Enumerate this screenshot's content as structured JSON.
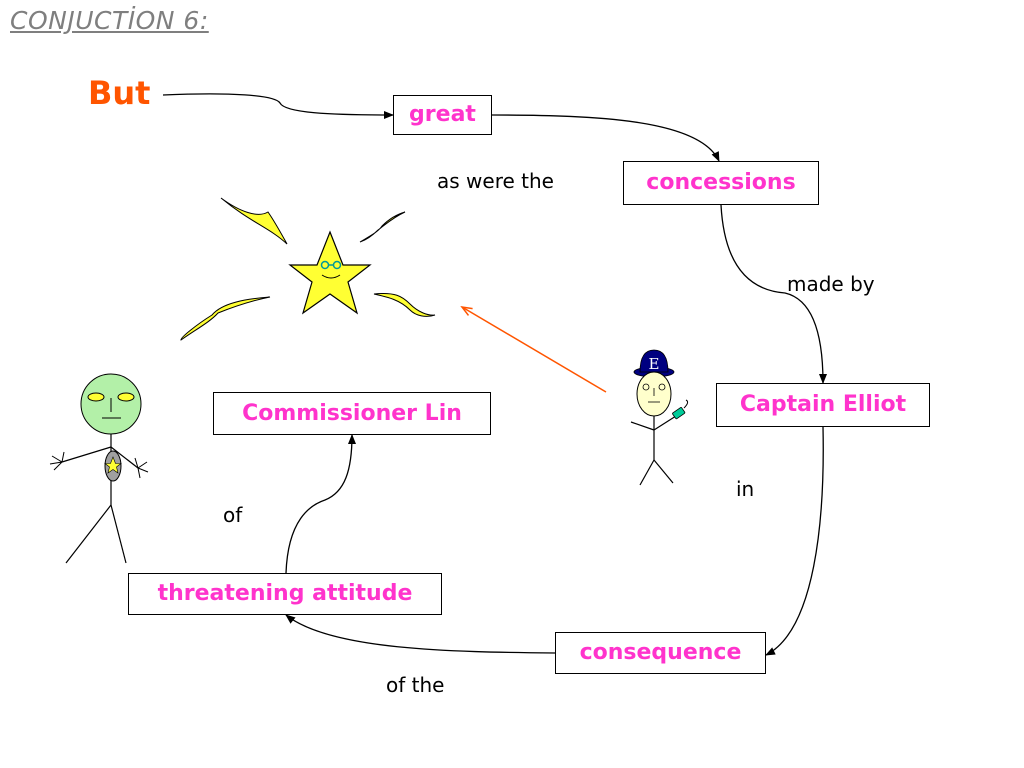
{
  "title": "CONJUCTİON 6:",
  "conjunction": "But",
  "concepts": {
    "great": "great",
    "concessions": "concessions",
    "captain_elliot": "Captain Elliot",
    "consequence": "consequence",
    "threatening_attitude": "threatening attitude",
    "commissioner_lin": "Commissioner Lin"
  },
  "links": {
    "as_were_the": "as were the",
    "made_by": "made by",
    "in": "in",
    "of_the": "of the",
    "of": "of"
  },
  "figures": {
    "elliot_hat_letter": "E"
  },
  "colors": {
    "concept_text": "#ff33cc",
    "conjunction_text": "#ff5500",
    "title_text": "#7f7f7f",
    "highlight_arrow": "#ff5500",
    "star_fill": "#ffff33",
    "lin_face": "#b3f0a8",
    "elliot_face": "#ffffcc",
    "elliot_hat": "#000080"
  }
}
